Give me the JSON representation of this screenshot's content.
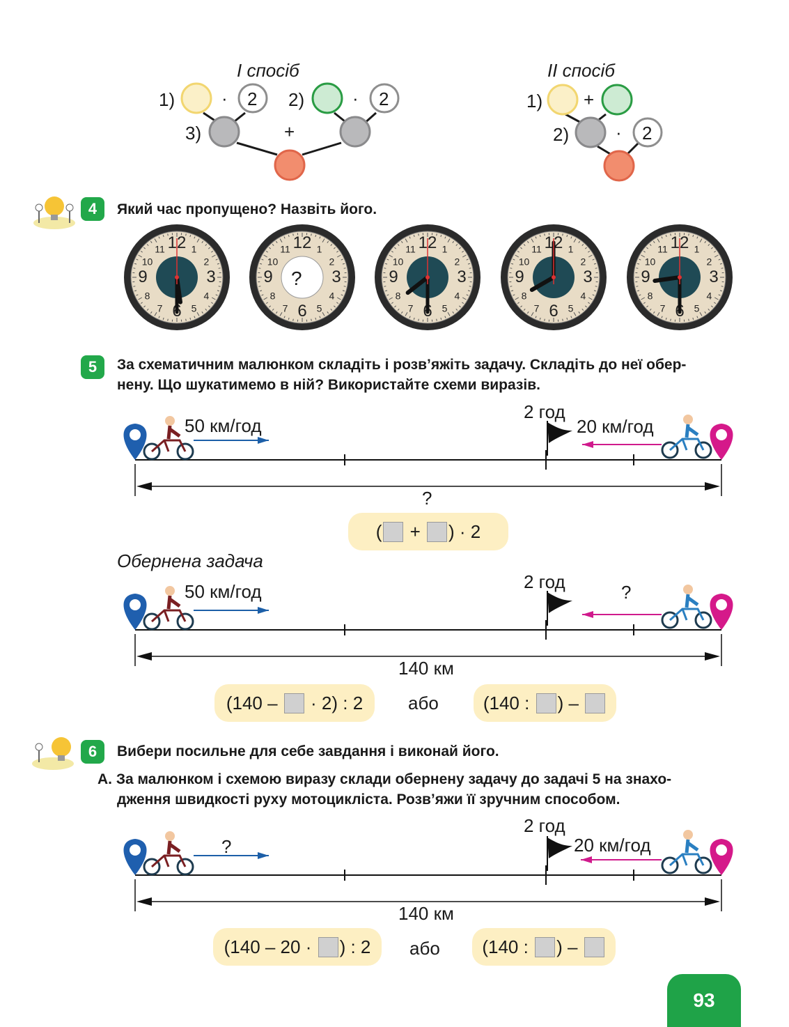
{
  "methods": {
    "m1": {
      "title": "І спосіб",
      "step1": "1)",
      "step2": "2)",
      "step3": "3)",
      "times": "·",
      "plus": "+",
      "two": "2"
    },
    "m2": {
      "title": "ІІ спосіб",
      "step1": "1)",
      "step2": "2)",
      "times": "·",
      "plus": "+",
      "two": "2"
    }
  },
  "colors": {
    "green_badge": "#22a84a",
    "pill_bg": "#fdefc3",
    "blue_arrow": "#1c5fa8",
    "pink_arrow": "#d01a8c",
    "yellow": "#fbf0c8",
    "green": "#cdebd3",
    "gray": "#b9b9bb",
    "orange": "#f28d6e"
  },
  "task4": {
    "number": "4",
    "text": "Який час пропущено? Назвіть його.",
    "missing": "?"
  },
  "task5": {
    "number": "5",
    "text_line1": "За схематичним малюнком складіть і розв’яжіть задачу. Складіть до неї обер-",
    "text_line2": "нену. Що шукатимемо в ній? Використайте схеми виразів.",
    "d1": {
      "speed_left": "50 км/год",
      "time": "2 год",
      "speed_right": "20 км/год",
      "total": "?"
    },
    "expr1": {
      "open": "(",
      "plus": "+",
      "close": ") · 2"
    },
    "inverse_title": "Обернена задача",
    "d2": {
      "speed_left": "50 км/год",
      "time": "2 год",
      "speed_right": "?",
      "total": "140 км"
    },
    "expr2a": {
      "left": "(140 –",
      "right": "· 2) : 2"
    },
    "or": "або",
    "expr2b": {
      "left": "(140 :",
      "right": ") –"
    }
  },
  "task6": {
    "number": "6",
    "text": "Вибери посильне для себе завдання і виконай його.",
    "a_line1": "А. За малюнком і схемою виразу склади обернену задачу до задачі 5 на знахо-",
    "a_line2": "дження швидкості руху мотоцикліста. Розв’яжи її зручним способом.",
    "d3": {
      "speed_left": "?",
      "time": "2 год",
      "speed_right": "20 км/год",
      "total": "140 км"
    },
    "expr3a": {
      "left": "(140 – 20 ·",
      "right": ") : 2"
    },
    "or": "або",
    "expr3b": {
      "left": "(140 :",
      "right": ") –"
    }
  },
  "page_number": "93"
}
